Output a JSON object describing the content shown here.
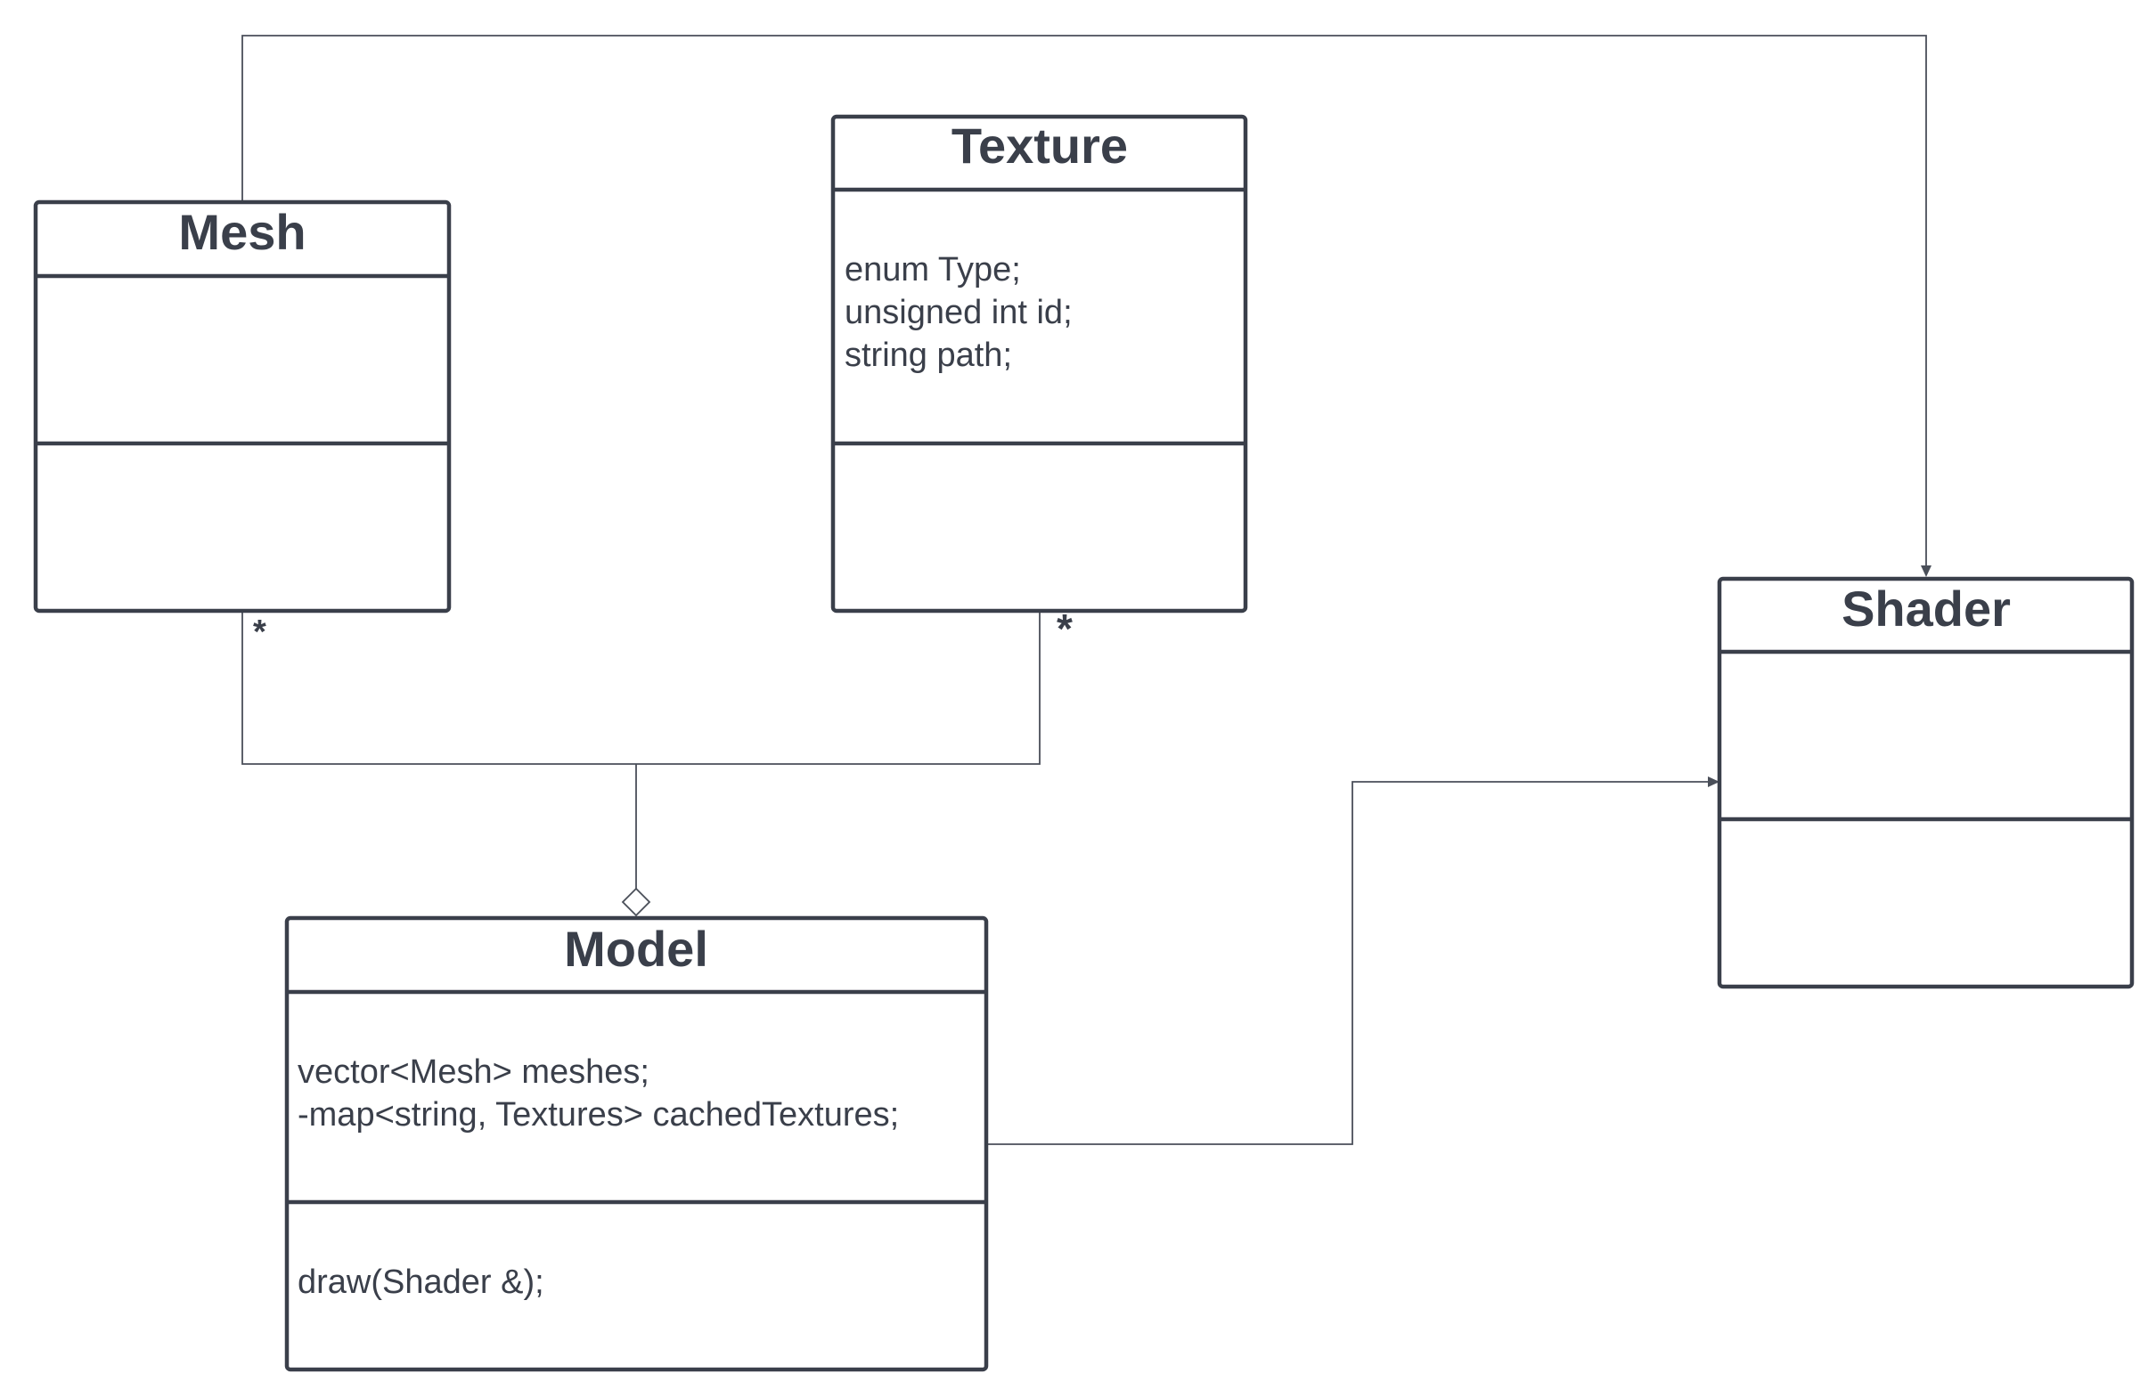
{
  "classes": {
    "mesh": {
      "name": "Mesh",
      "attributes": [],
      "methods": []
    },
    "texture": {
      "name": "Texture",
      "attributes": [
        "enum Type;",
        "unsigned int id;",
        "string path;"
      ],
      "methods": []
    },
    "shader": {
      "name": "Shader",
      "attributes": [],
      "methods": []
    },
    "model": {
      "name": "Model",
      "attributes": [
        "vector<Mesh> meshes;",
        "-map<string, Textures> cachedTextures;"
      ],
      "methods": [
        "draw(Shader &);"
      ]
    }
  },
  "multiplicities": {
    "mesh_model": "*",
    "texture_model": "*"
  },
  "colors": {
    "stroke": "#3a3f4a",
    "connector": "#4a4f59",
    "background": "#ffffff"
  }
}
